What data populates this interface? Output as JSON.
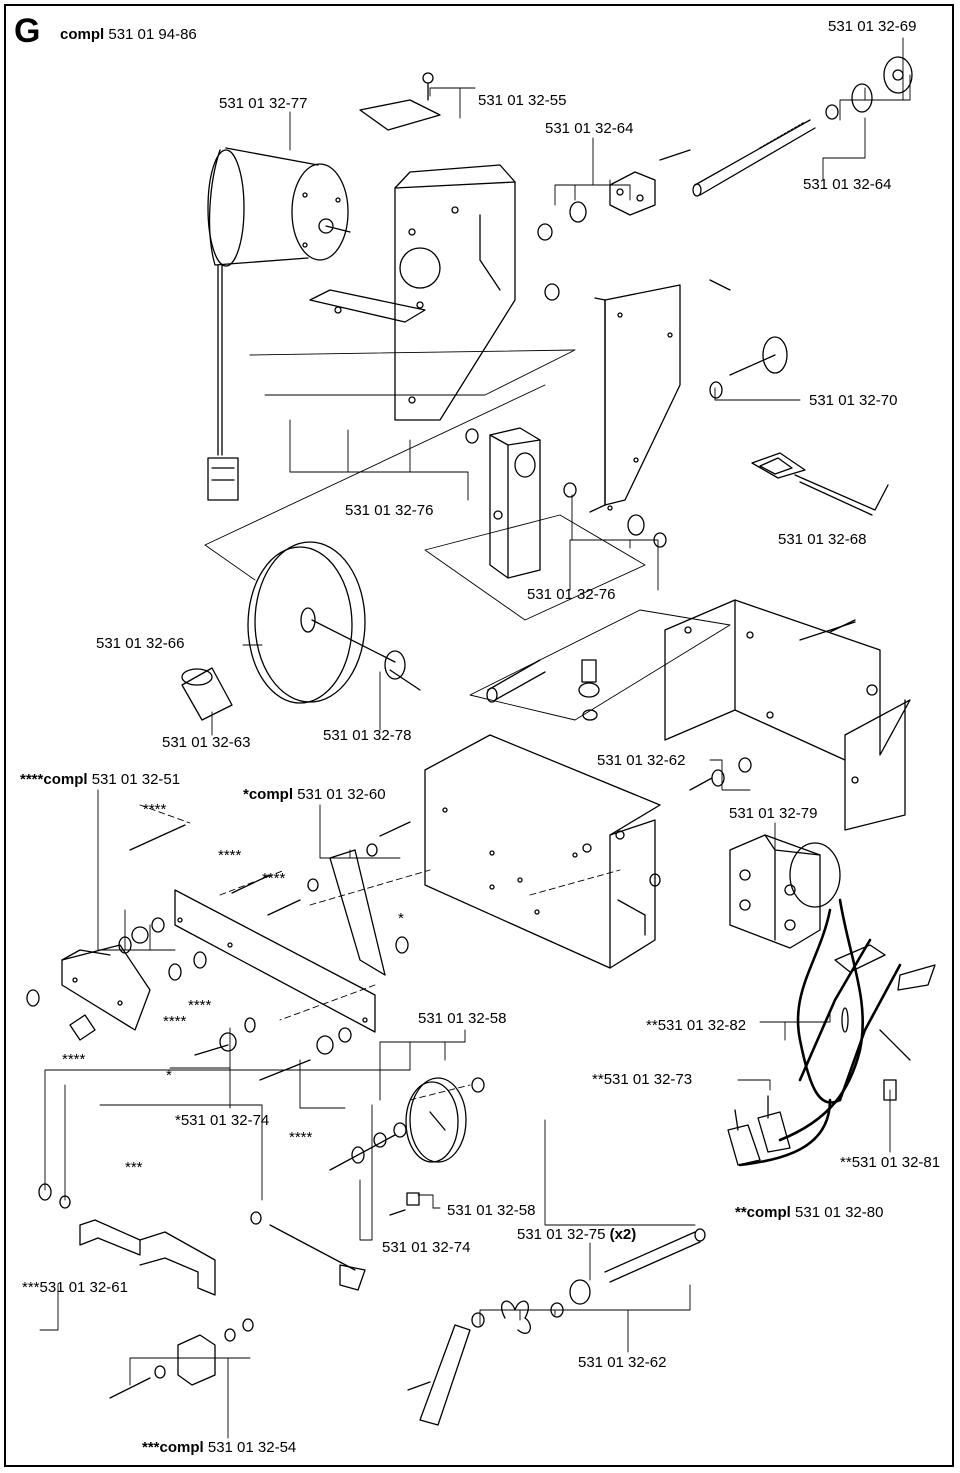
{
  "header": {
    "letter": "G",
    "compl_prefix": "compl",
    "compl_number": "531 01 94-86"
  },
  "labels": {
    "p_3269": "531 01 32-69",
    "p_3277": "531 01 32-77",
    "p_3255": "531 01 32-55",
    "p_3264a": "531 01 32-64",
    "p_3264b": "531 01 32-64",
    "p_3270": "531 01 32-70",
    "p_3276a": "531 01 32-76",
    "p_3268": "531 01 32-68",
    "p_3276b": "531 01 32-76",
    "p_3266": "531 01 32-66",
    "p_3263": "531 01 32-63",
    "p_3278": "531 01 32-78",
    "p_3262a": "531 01 32-62",
    "p_3279": "531 01 32-79",
    "p_3258a": "531 01 32-58",
    "p_3282": "531 01 32-82",
    "p_3273": "531 01 32-73",
    "p_3274a": "531 01 32-74",
    "p_3281": "531 01 32-81",
    "p_3258b": "531 01 32-58",
    "p_3280": "531 01 32-80",
    "p_3275": "531 01 32-75",
    "p_3275_qty": "(x2)",
    "p_3274b": "531 01 32-74",
    "p_3261": "531 01 32-61",
    "p_3262b": "531 01 32-62",
    "p_3254": "531 01 32-54",
    "p_3251": "531 01 32-51",
    "p_3260": "531 01 32-60"
  },
  "prefixes": {
    "compl_4": "****compl",
    "compl_1": "*compl",
    "compl_2": "**compl",
    "compl_3": "***compl",
    "star_2": "**",
    "star_3": "***"
  },
  "markers": {
    "s4": "****",
    "s3": "***",
    "s1": "*"
  }
}
